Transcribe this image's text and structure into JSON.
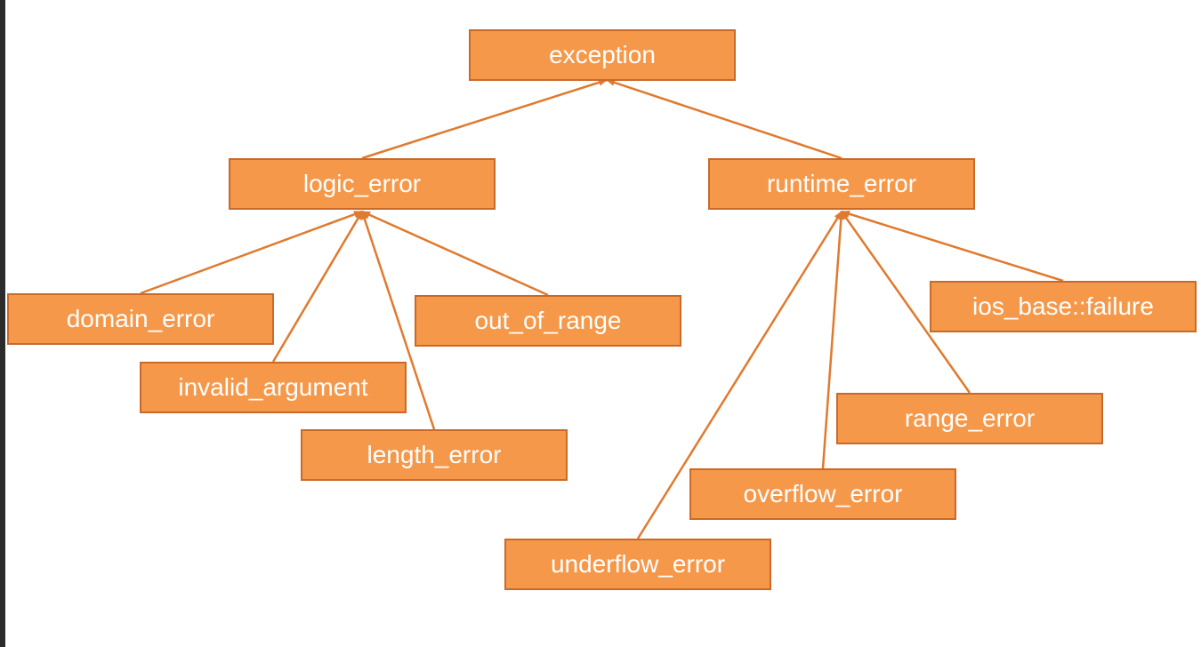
{
  "colors": {
    "node_fill": "#f5984a",
    "node_border": "#c9692a",
    "edge": "#e07a2e",
    "text": "#ffffff"
  },
  "nodes": {
    "exception": "exception",
    "logic_error": "logic_error",
    "runtime_error": "runtime_error",
    "domain_error": "domain_error",
    "invalid_argument": "invalid_argument",
    "length_error": "length_error",
    "out_of_range": "out_of_range",
    "ios_base_failure": "ios_base::failure",
    "range_error": "range_error",
    "overflow_error": "overflow_error",
    "underflow_error": "underflow_error"
  },
  "edges": [
    {
      "from": "logic_error",
      "to": "exception"
    },
    {
      "from": "runtime_error",
      "to": "exception"
    },
    {
      "from": "domain_error",
      "to": "logic_error"
    },
    {
      "from": "invalid_argument",
      "to": "logic_error"
    },
    {
      "from": "length_error",
      "to": "logic_error"
    },
    {
      "from": "out_of_range",
      "to": "logic_error"
    },
    {
      "from": "ios_base_failure",
      "to": "runtime_error"
    },
    {
      "from": "range_error",
      "to": "runtime_error"
    },
    {
      "from": "overflow_error",
      "to": "runtime_error"
    },
    {
      "from": "underflow_error",
      "to": "runtime_error"
    }
  ]
}
